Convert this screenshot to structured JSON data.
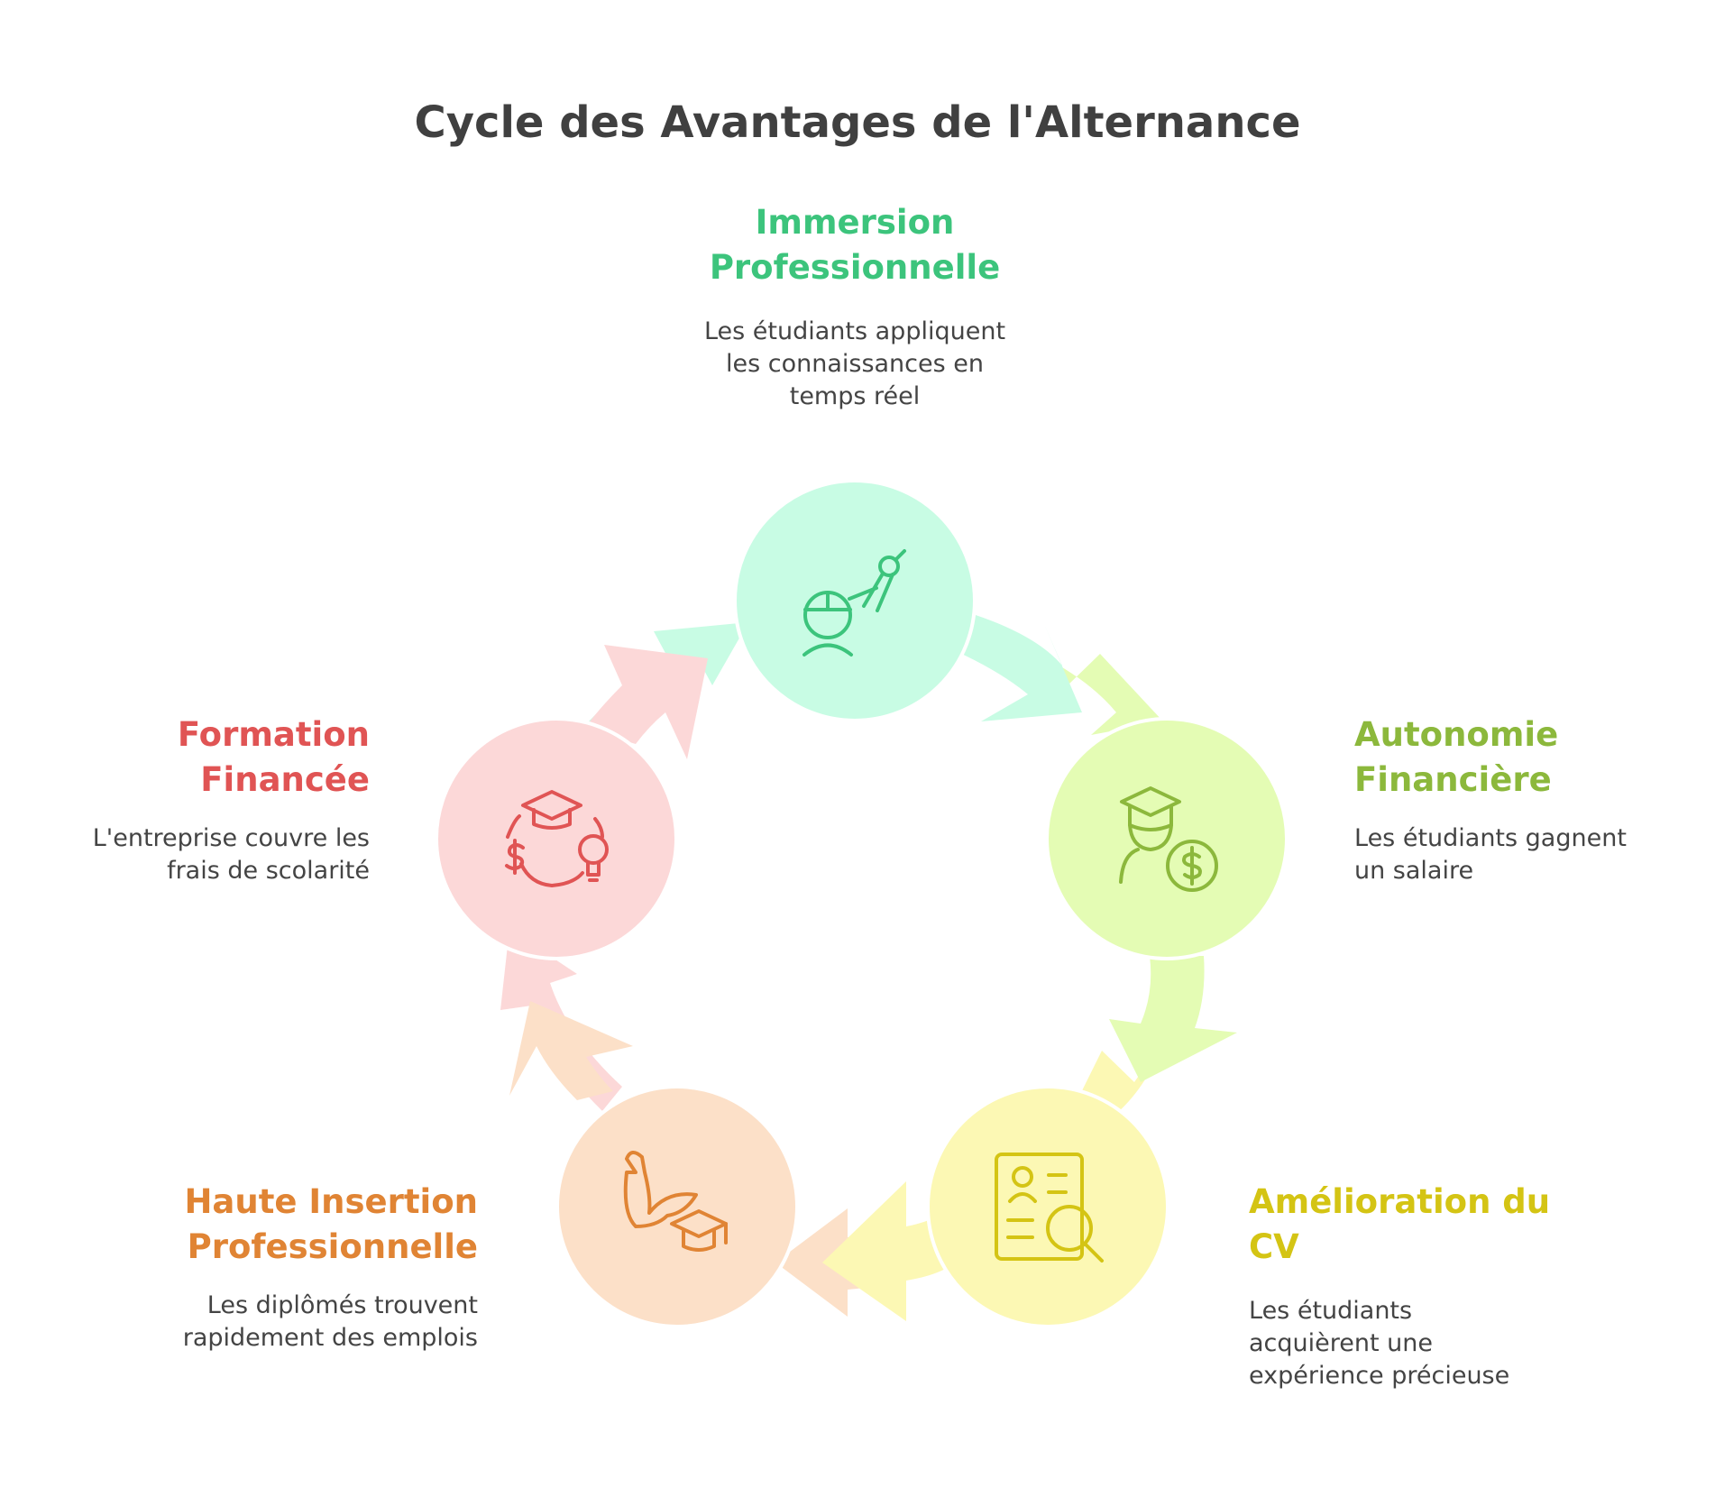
{
  "title": "Cycle des Avantages de l'Alternance",
  "steps": [
    {
      "heading": "Immersion\nProfessionnelle",
      "description": "Les étudiants appliquent\nles connaissances en\ntemps réel",
      "icon": "engineer-compass-icon",
      "color": "#3cc47c",
      "fill": "#c8fce4"
    },
    {
      "heading": "Autonomie\nFinancière",
      "description": "Les étudiants gagnent\nun salaire",
      "icon": "graduate-money-icon",
      "color": "#8cb83c",
      "fill": "#e4fcb4"
    },
    {
      "heading": "Amélioration du\nCV",
      "description": "Les étudiants\nacquièrent une\nexpérience précieuse",
      "icon": "resume-search-icon",
      "color": "#d4c414",
      "fill": "#fcf8b4"
    },
    {
      "heading": "Haute Insertion\nProfessionnelle",
      "description": "Les diplômés trouvent\nrapidement des emplois",
      "icon": "strong-arm-graduate-icon",
      "color": "#e08434",
      "fill": "#fce0c8"
    },
    {
      "heading": "Formation\nFinancée",
      "description": "L'entreprise couvre les\nfrais de scolarité",
      "icon": "graduation-money-idea-cycle-icon",
      "color": "#e05454",
      "fill": "#fcd8d8"
    }
  ]
}
